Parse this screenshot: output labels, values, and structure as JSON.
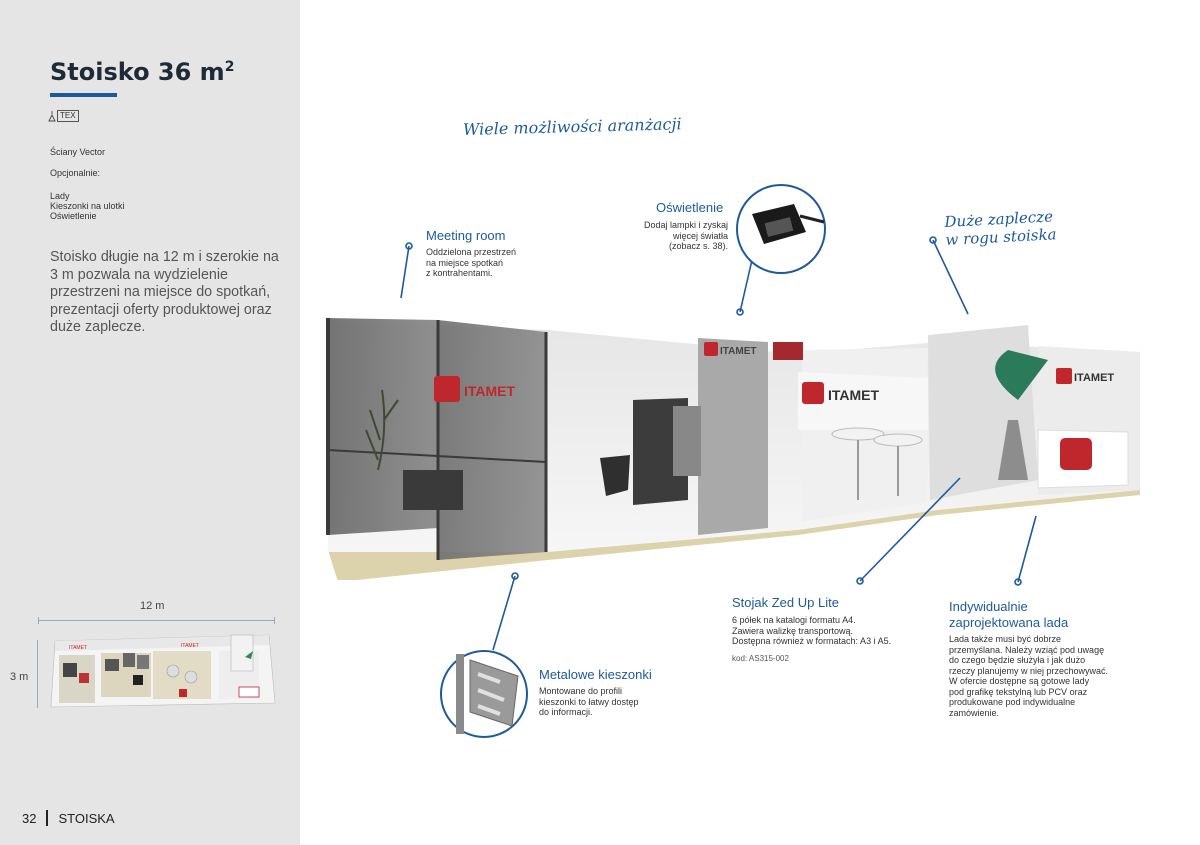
{
  "sidebar": {
    "title": "Stoisko 36 m",
    "title_sup": "2",
    "tex_badge": "TEX",
    "walls": "Ściany Vector",
    "optional_heading": "Opcjonalnie:",
    "optional_items": [
      "Lady",
      "Kieszonki na ulotki",
      "Oświetlenie"
    ],
    "description": "Stoisko długie na 12 m i szerokie na 3 m pozwala na wydzielenie przestrzeni na miejsce do spotkań, prezentacji oferty produktowej oraz duże zaplecze.",
    "floorplan": {
      "width_label": "12 m",
      "height_label": "3 m"
    }
  },
  "footer": {
    "page_number": "32",
    "section": "STOISKA"
  },
  "annotations": {
    "arrangements": "Wiele możliwości aranżacji",
    "storage_line1": "Duże zaplecze",
    "storage_line2": "w rogu stoiska",
    "meeting_room": {
      "title": "Meeting room",
      "lines": [
        "Oddzielona przestrzeń",
        "na miejsce spotkań",
        "z kontrahentami."
      ]
    },
    "lighting": {
      "title": "Oświetlenie",
      "lines": [
        "Dodaj lampki i zyskaj",
        "więcej światła",
        "(zobacz s. 38)."
      ]
    },
    "pockets": {
      "title": "Metalowe kieszonki",
      "lines": [
        "Montowane do profili",
        "kieszonki to łatwy dostęp",
        "do informacji."
      ]
    },
    "stand": {
      "title": "Stojak Zed Up Lite",
      "lines": [
        "6 półek na katalogi formatu A4.",
        "Zawiera walizkę transportową.",
        "Dostępna również w formatach: A3 i A5."
      ],
      "code": "kod: AS315-002"
    },
    "counter": {
      "title_line1": "Indywidualnie",
      "title_line2": "zaprojektowana lada",
      "lines": [
        "Lada także musi być dobrze",
        "przemyślana. Należy wziąć pod uwagę",
        "do czego będzie służyła i jak dużo",
        "rzeczy planujemy w niej przechowywać.",
        "W ofercie dostępne są gotowe lady",
        "pod grafikę tekstylną lub PCV oraz",
        "produkowane pod indywidualne",
        "zamówienie."
      ]
    }
  },
  "booth": {
    "brand": "ITAMET"
  },
  "colors": {
    "accent": "#1e5a9a",
    "brand_red": "#c0272d",
    "sidebar_bg": "#e5e5e6"
  }
}
